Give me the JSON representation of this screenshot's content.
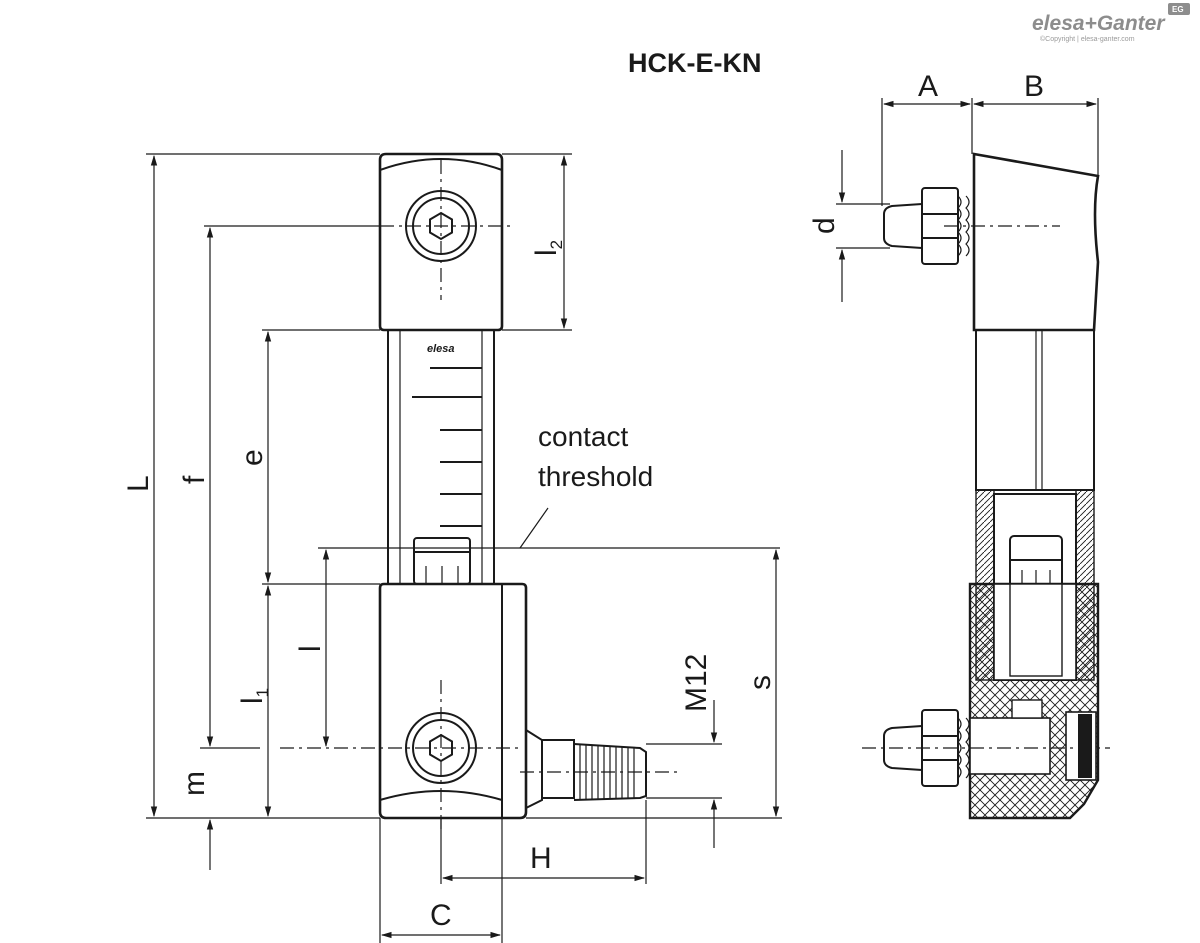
{
  "header": {
    "product_code": "HCK-E-KN",
    "brand_logo": "elesa+Ganter",
    "copyright": "©Copyright | elesa-ganter.com",
    "badge": "EG"
  },
  "front_view": {
    "dimensions": {
      "L": "L",
      "f": "f",
      "e": "e",
      "l": "l",
      "l1": "l",
      "l1_sub": "1",
      "l2": "l",
      "l2_sub": "2",
      "m": "m",
      "s": "s",
      "H": "H",
      "C": "C",
      "thread": "M12"
    },
    "body_logo": "elesa",
    "annotation_line1": "contact",
    "annotation_line2": "threshold"
  },
  "side_view": {
    "dimensions": {
      "A": "A",
      "B": "B",
      "d": "d"
    }
  }
}
